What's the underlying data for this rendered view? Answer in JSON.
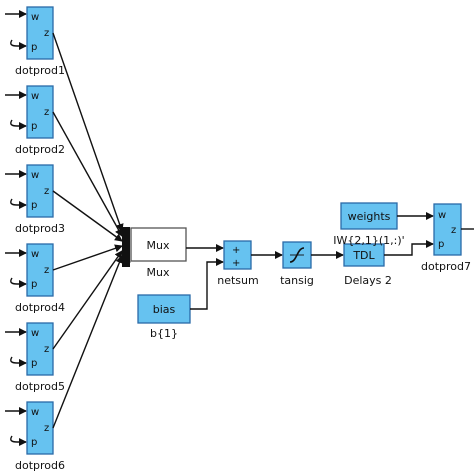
{
  "diagram": {
    "dotprod_blocks": [
      {
        "label": "dotprod1",
        "port_w": "w",
        "port_p": "p",
        "port_z": "z"
      },
      {
        "label": "dotprod2",
        "port_w": "w",
        "port_p": "p",
        "port_z": "z"
      },
      {
        "label": "dotprod3",
        "port_w": "w",
        "port_p": "p",
        "port_z": "z"
      },
      {
        "label": "dotprod4",
        "port_w": "w",
        "port_p": "p",
        "port_z": "z"
      },
      {
        "label": "dotprod5",
        "port_w": "w",
        "port_p": "p",
        "port_z": "z"
      },
      {
        "label": "dotprod6",
        "port_w": "w",
        "port_p": "p",
        "port_z": "z"
      }
    ],
    "mux": {
      "inner": "Mux",
      "label": "Mux"
    },
    "bias": {
      "inner": "bias",
      "label": "b{1}"
    },
    "netsum": {
      "label": "netsum",
      "sign1": "+",
      "sign2": "+"
    },
    "tansig": {
      "label": "tansig"
    },
    "tdl": {
      "inner": "TDL",
      "label": "Delays 2"
    },
    "weights": {
      "inner": "weights",
      "label": "IW{2,1}(1,:)'"
    },
    "dotprod7": {
      "label": "dotprod7",
      "port_w": "w",
      "port_p": "p",
      "port_z": "z"
    },
    "colors": {
      "block_fill": "#66c2f0",
      "block_border": "#2a6aa8"
    }
  }
}
